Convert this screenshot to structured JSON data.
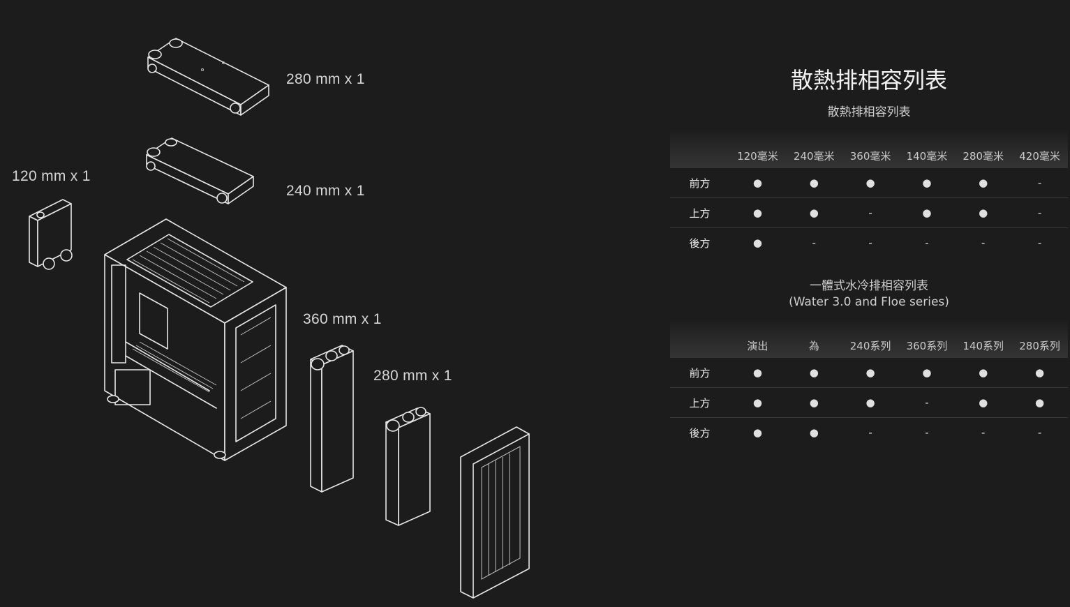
{
  "illustration": {
    "labels": {
      "top_280": "280 mm x 1",
      "top_240": "240 mm x 1",
      "side_120": "120 mm x 1",
      "front_360": "360 mm x 1",
      "front_280": "280 mm x 1"
    }
  },
  "panel": {
    "title": "散熱排相容列表",
    "radiator": {
      "caption": "散熱排相容列表",
      "columns": [
        "",
        "120毫米",
        "240毫米",
        "360毫米",
        "140毫米",
        "280毫米",
        "420毫米"
      ],
      "rows": [
        {
          "label": "前方",
          "cells": [
            "●",
            "●",
            "●",
            "●",
            "●",
            "-"
          ]
        },
        {
          "label": "上方",
          "cells": [
            "●",
            "●",
            "-",
            "●",
            "●",
            "-"
          ]
        },
        {
          "label": "後方",
          "cells": [
            "●",
            "-",
            "-",
            "-",
            "-",
            "-"
          ]
        }
      ]
    },
    "aio": {
      "caption_line1": "一體式水冷排相容列表",
      "caption_line2": "(Water 3.0 and Floe series)",
      "columns": [
        "",
        "演出",
        "為",
        "240系列",
        "360系列",
        "140系列",
        "280系列"
      ],
      "rows": [
        {
          "label": "前方",
          "cells": [
            "●",
            "●",
            "●",
            "●",
            "●",
            "●"
          ]
        },
        {
          "label": "上方",
          "cells": [
            "●",
            "●",
            "●",
            "-",
            "●",
            "●"
          ]
        },
        {
          "label": "後方",
          "cells": [
            "●",
            "●",
            "-",
            "-",
            "-",
            "-"
          ]
        }
      ]
    }
  }
}
